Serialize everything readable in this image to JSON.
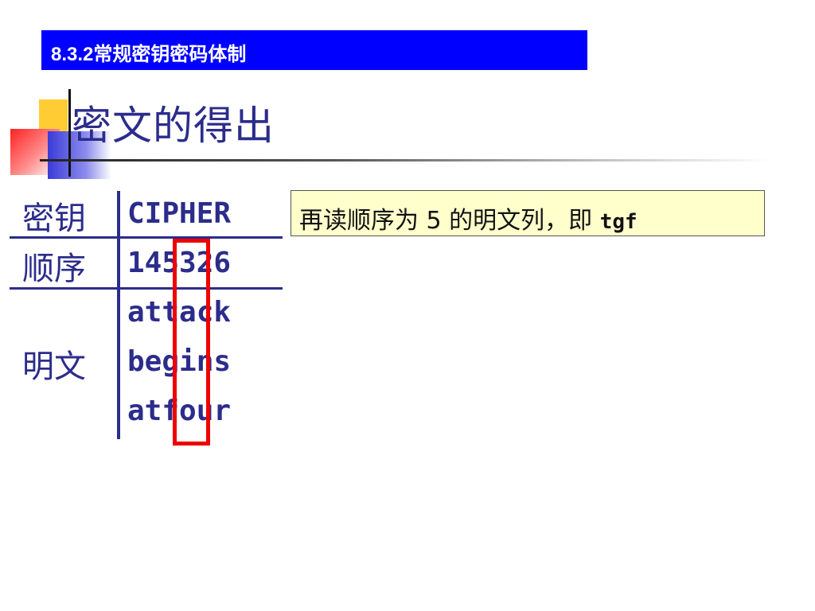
{
  "header": {
    "title": "8.3.2常规密钥密码体制"
  },
  "slide": {
    "title": "密文的得出"
  },
  "table": {
    "key_label": "密钥",
    "key_value": "CIPHER",
    "order_label": "顺序",
    "order_value": "145326",
    "plaintext_label": "明文",
    "plaintext_rows": [
      "attack",
      "begins",
      "atfour"
    ]
  },
  "note": {
    "text": "再读顺序为 5 的明文列，即 ",
    "code": "tgf"
  },
  "colors": {
    "header_bg": "#0000ff",
    "text_navy": "#2c2c8c",
    "highlight": "#ee0000",
    "note_bg": "#ffffcc"
  }
}
